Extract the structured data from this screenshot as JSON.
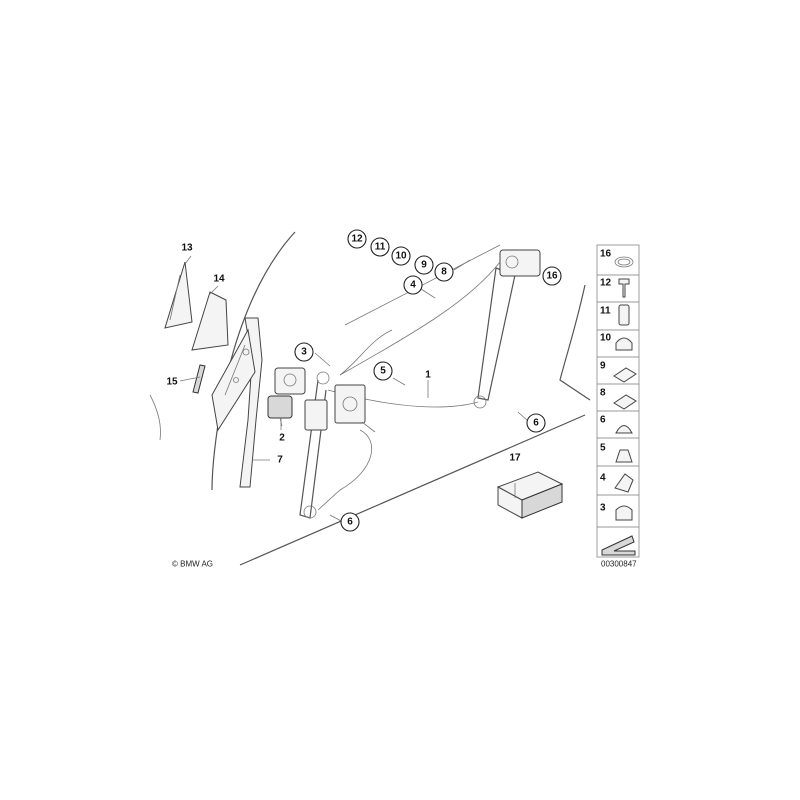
{
  "copyright": "© BMW AG",
  "diagram_number": "00300847",
  "callouts": {
    "c1": "1",
    "c2": "2",
    "c3": "3",
    "c4": "4",
    "c5": "5",
    "c6a": "6",
    "c6b": "6",
    "c7": "7",
    "c8": "8",
    "c9": "9",
    "c10": "10",
    "c11": "11",
    "c12": "12",
    "c13": "13",
    "c14": "14",
    "c15": "15",
    "c16": "16",
    "c17": "17"
  },
  "legend": [
    "16",
    "12",
    "11",
    "10",
    "9",
    "8",
    "6",
    "5",
    "4",
    "3"
  ]
}
